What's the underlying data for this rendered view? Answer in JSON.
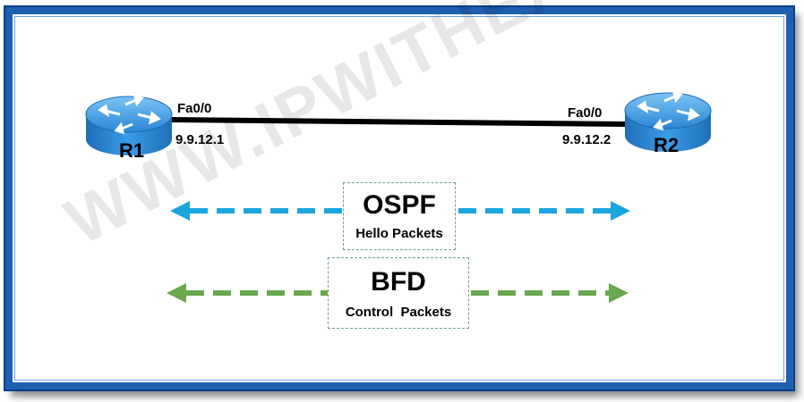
{
  "routers": {
    "r1": {
      "name": "R1",
      "interface": "Fa0/0",
      "ip": "9.9.12.1"
    },
    "r2": {
      "name": "R2",
      "interface": "Fa0/0",
      "ip": "9.9.12.2"
    }
  },
  "ospf": {
    "title": "OSPF",
    "subtitle": "Hello Packets",
    "color": "#1ba5de"
  },
  "bfd": {
    "title": "BFD",
    "subtitle": "Control  Packets",
    "color": "#6aa84f"
  },
  "watermark": "WWW.IPWITHEASE.COM",
  "colors": {
    "frame": "#1f5fb0",
    "router_body": "#2f8fd8",
    "link": "#000000"
  }
}
